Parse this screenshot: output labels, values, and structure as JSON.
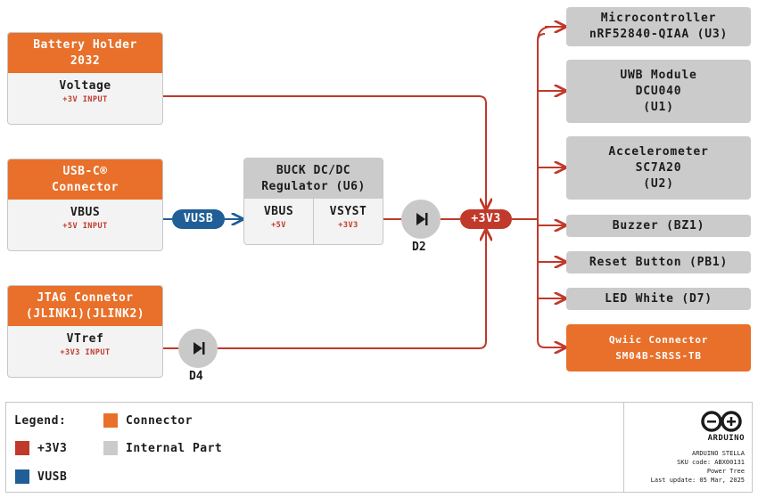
{
  "battery": {
    "title_line1": "Battery Holder",
    "title_line2": "2032",
    "label": "Voltage",
    "sub": "+3V INPUT"
  },
  "usbc": {
    "title_line1": "USB-C®",
    "title_line2": "Connector",
    "label": "VBUS",
    "sub": "+5V INPUT"
  },
  "jtag": {
    "title_line1": "JTAG Connetor",
    "title_line2": "(JLINK1)(JLINK2)",
    "label": "VTref",
    "sub": "+3V3 INPUT"
  },
  "buck": {
    "title_line1": "BUCK DC/DC",
    "title_line2": "Regulator (U6)",
    "in_label": "VBUS",
    "in_sub": "+5V",
    "out_label": "VSYST",
    "out_sub": "+3V3"
  },
  "vusb_pill": "VUSB",
  "rail_pill": "+3V3",
  "diodes": {
    "d2": "D2",
    "d4": "D4"
  },
  "destinations": {
    "mcu": [
      "Microcontroller",
      "nRF52840-QIAA (U3)"
    ],
    "uwb": [
      "UWB Module",
      "DCU040",
      "(U1)"
    ],
    "accel": [
      "Accelerometer",
      "SC7A20",
      "(U2)"
    ],
    "buzzer": "Buzzer (BZ1)",
    "reset": "Reset Button (PB1)",
    "led": "LED White (D7)",
    "qwiic": [
      "Qwiic Connector",
      "SM04B-SRSS-TB"
    ]
  },
  "legend": {
    "title": "Legend:",
    "connector": "Connector",
    "internal": "Internal Part",
    "v3v3": "+3V3",
    "vusb": "VUSB"
  },
  "footer": {
    "brand": "ARDUINO",
    "product": "ARDUINO STELLA",
    "sku": "SKU code: ABX00131",
    "doc": "Power Tree",
    "updated": "Last update: 05 Mar, 2025"
  },
  "colors": {
    "connector": "#e8702a",
    "internal": "#cbcbcb",
    "v3v3": "#c0392b",
    "vusb": "#1f5e96",
    "brand": "#00878f"
  }
}
